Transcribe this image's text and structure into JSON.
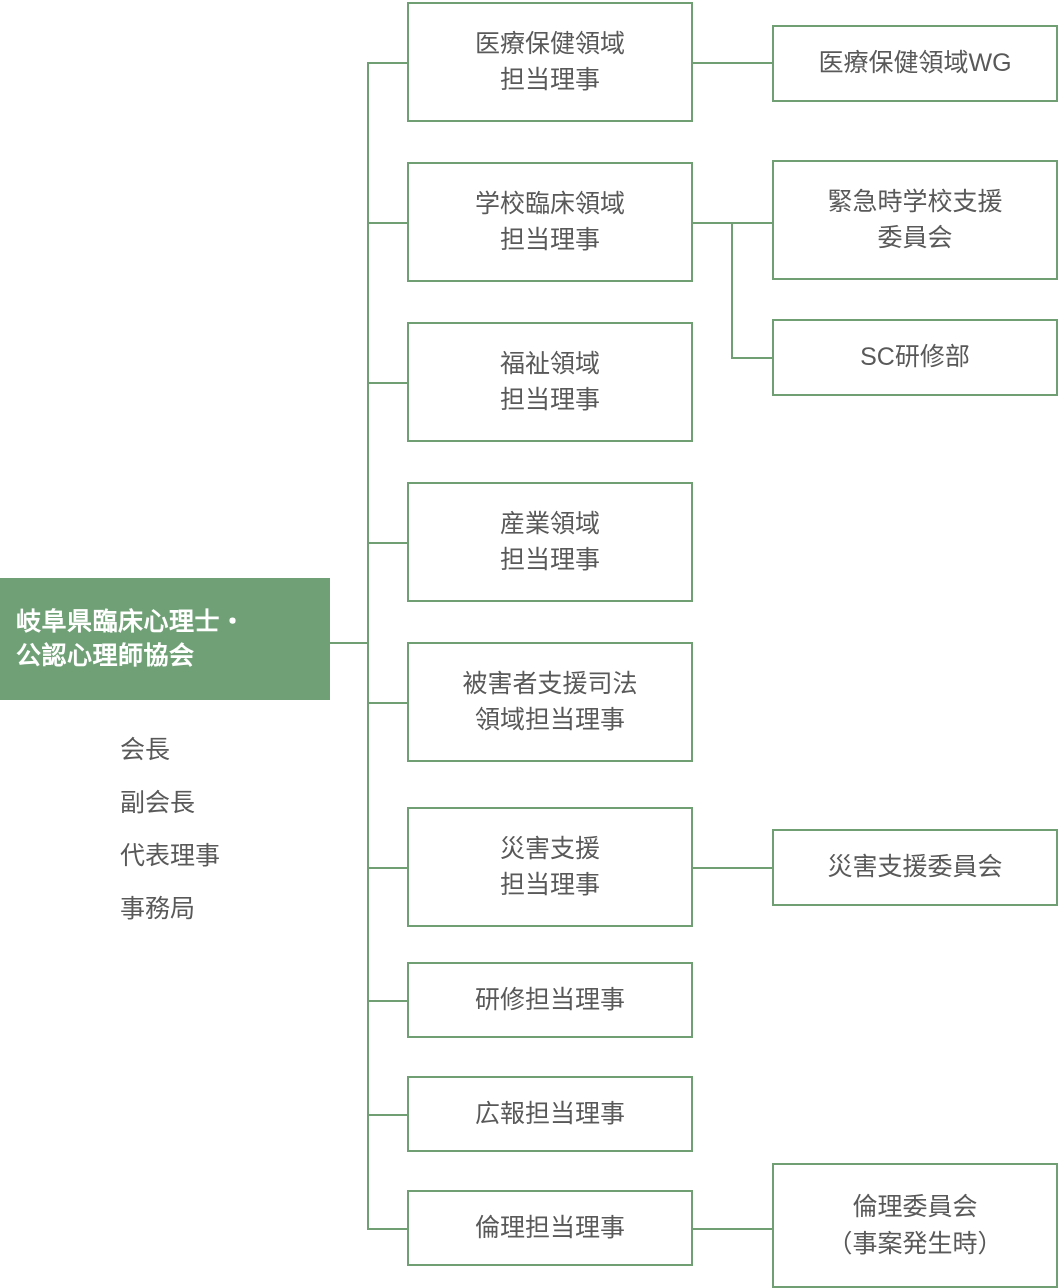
{
  "diagram": {
    "title_root": {
      "line1": "岐阜県臨床心理士・",
      "line2": "公認心理師協会"
    },
    "officers": [
      {
        "label": "会長"
      },
      {
        "label": "副会長"
      },
      {
        "label": "代表理事"
      },
      {
        "label": "事務局"
      }
    ],
    "directors": [
      {
        "id": "medical",
        "label": "医療保健領域\n担当理事"
      },
      {
        "id": "school",
        "label": "学校臨床領域\n担当理事"
      },
      {
        "id": "welfare",
        "label": "福祉領域\n担当理事"
      },
      {
        "id": "industry",
        "label": "産業領域\n担当理事"
      },
      {
        "id": "victim",
        "label": "被害者支援司法\n領域担当理事"
      },
      {
        "id": "disaster",
        "label": "災害支援\n担当理事"
      },
      {
        "id": "training",
        "label": "研修担当理事"
      },
      {
        "id": "pr",
        "label": "広報担当理事"
      },
      {
        "id": "ethics",
        "label": "倫理担当理事"
      }
    ],
    "committees": [
      {
        "id": "medical-wg",
        "label": "医療保健領域WG",
        "parent": "medical"
      },
      {
        "id": "emergency-school",
        "label": "緊急時学校支援\n委員会",
        "parent": "school"
      },
      {
        "id": "sc-training",
        "label": "SC研修部",
        "parent": "school"
      },
      {
        "id": "disaster-cmt",
        "label": "災害支援委員会",
        "parent": "disaster"
      },
      {
        "id": "ethics-cmt",
        "label": "倫理委員会\n（事案発生時）",
        "parent": "ethics"
      }
    ],
    "colors": {
      "brand_green": "#6fa076",
      "border_green": "#6f9f73",
      "text_gray": "#595959",
      "header_text": "#ffffff",
      "background": "#ffffff"
    }
  }
}
